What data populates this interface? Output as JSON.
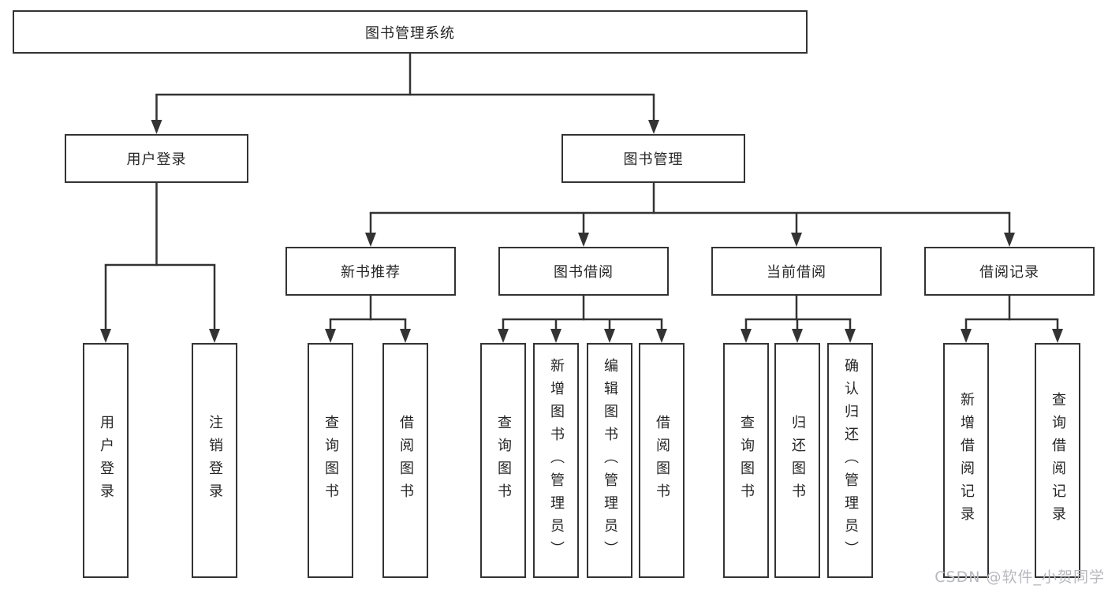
{
  "diagram_title": "图书管理系统",
  "nodes": {
    "root": {
      "label": "图书管理系统"
    },
    "user_login": {
      "label": "用户登录"
    },
    "book_mgmt": {
      "label": "图书管理"
    },
    "new_book_rec": {
      "label": "新书推荐"
    },
    "book_borrow": {
      "label": "图书借阅"
    },
    "current_borrow": {
      "label": "当前借阅"
    },
    "borrow_records": {
      "label": "借阅记录"
    }
  },
  "leaves": {
    "login": "用户登录",
    "logout": "注销登录",
    "rec_query_book": "查询图书",
    "rec_borrow_book": "借阅图书",
    "bb_query_book": "查询图书",
    "bb_add_book": "新增图书（管理员）",
    "bb_edit_book": "编辑图书（管理员）",
    "bb_borrow_book": "借阅图书",
    "cb_query_book": "查询图书",
    "cb_return_book": "归还图书",
    "cb_confirm_return": "确认归还（管理员）",
    "br_add_record": "新增借阅记录",
    "br_query_record": "查询借阅记录"
  },
  "watermark": "CSDN @软件_小贺同学",
  "colors": {
    "line": "#333333",
    "box_border": "#333333",
    "text": "#262626",
    "watermark": "#b7b8be",
    "background": "#ffffff"
  }
}
